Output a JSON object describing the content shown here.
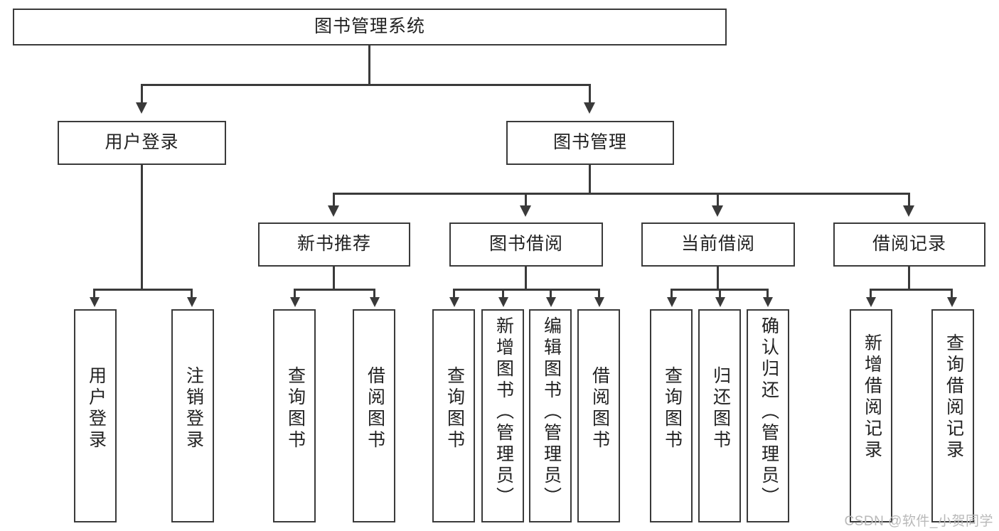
{
  "diagram": {
    "title": "图书管理系统",
    "root": {
      "label": "图书管理系统"
    },
    "level2": [
      {
        "label": "用户登录"
      },
      {
        "label": "图书管理"
      }
    ],
    "level3": [
      {
        "label": "新书推荐"
      },
      {
        "label": "图书借阅"
      },
      {
        "label": "当前借阅"
      },
      {
        "label": "借阅记录"
      }
    ],
    "leaves": {
      "user_login": [
        {
          "label": "用户登录"
        },
        {
          "label": "注销登录"
        }
      ],
      "new_book_recommend": [
        {
          "label": "查询图书"
        },
        {
          "label": "借阅图书"
        }
      ],
      "book_borrow": [
        {
          "label": "查询图书"
        },
        {
          "label": "新增图书（管理员）"
        },
        {
          "label": "编辑图书（管理员）"
        },
        {
          "label": "借阅图书"
        }
      ],
      "current_borrow": [
        {
          "label": "查询图书"
        },
        {
          "label": "归还图书"
        },
        {
          "label": "确认归还（管理员）"
        }
      ],
      "borrow_records": [
        {
          "label": "新增借阅记录"
        },
        {
          "label": "查询借阅记录"
        }
      ]
    }
  },
  "watermark": {
    "text": "CSDN @软件_小贺同学"
  },
  "colors": {
    "stroke": "#3a3a3a",
    "text": "#222222",
    "background": "#ffffff",
    "watermark": "#b9b9b9"
  }
}
